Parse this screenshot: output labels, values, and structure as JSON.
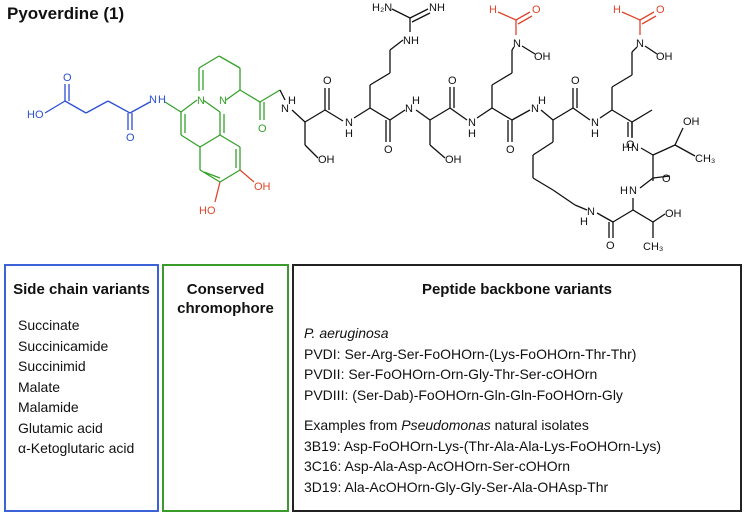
{
  "title": "Pyoverdine (1)",
  "structure_labels": {
    "guanidine_h2n": "H₂N",
    "guanidine_nh_top": "NH",
    "guanidine_nh": "NH",
    "formyl_h_1": "H",
    "formyl_o_1": "O",
    "n_oh_1": "N",
    "oh_1": "OH",
    "formyl_h_2": "H",
    "formyl_o_2": "O",
    "n_oh_2": "N",
    "oh_2": "OH",
    "ho_acid": "HO",
    "o_acid": "O",
    "o_amide_side": "O",
    "nh_side": "N",
    "h_side": "H",
    "ring_n_1": "N",
    "ring_n_2": "N",
    "oh_cat_1": "OH",
    "oh_cat_2": "HO",
    "o_c1": "O",
    "nh_1": "N",
    "h_1": "H",
    "o_c2": "O",
    "oh_ser1": "OH",
    "nh_2": "N",
    "h_2": "H",
    "o_c3": "O",
    "nh_3": "N",
    "h_3": "H",
    "o_c4": "O",
    "oh_ser2": "OH",
    "nh_4": "N",
    "h_4": "H",
    "o_c5": "O",
    "nh_5": "N",
    "h_5": "H",
    "o_c6": "O",
    "nh_6": "N",
    "h_6": "H",
    "o_c7": "O",
    "nh_7": "N",
    "h_7": "H",
    "oh_thr1": "OH",
    "ch3_1": "CH₃",
    "o_c8": "O",
    "nh_8": "N",
    "h_8": "H",
    "oh_thr2": "OH",
    "nh_9": "N",
    "h_9": "H",
    "o_c9": "O",
    "ch3_2": "CH₃"
  },
  "colors": {
    "side_chain": "#2b4fd3",
    "chromophore": "#35a12a",
    "hydroxyl": "#e0452c",
    "backbone": "#111111"
  },
  "side_chain_panel": {
    "heading": "Side chain variants",
    "items": [
      "Succinate",
      "Succinicamide",
      "Succinimid",
      "Malate",
      "Malamide",
      "Glutamic acid",
      "α-Ketoglutaric acid"
    ]
  },
  "chromophore_panel": {
    "heading": "Conserved chromophore"
  },
  "peptide_panel": {
    "heading": "Peptide backbone variants",
    "organism": "P. aeruginosa",
    "variants": [
      "PVDI: Ser-Arg-Ser-FoOHOrn-(Lys-FoOHOrn-Thr-Thr)",
      "PVDII: Ser-FoOHOrn-Orn-Gly-Thr-Ser-cOHOrn",
      "PVDIII: (Ser-Dab)-FoOHOrn-Gln-Gln-FoOHOrn-Gly"
    ],
    "examples_prefix": "Examples from ",
    "examples_genus": "Pseudomonas",
    "examples_suffix": " natural isolates",
    "isolates": [
      "3B19: Asp-FoOHOrn-Lys-(Thr-Ala-Ala-Lys-FoOHOrn-Lys)",
      "3C16: Asp-Ala-Asp-AcOHOrn-Ser-cOHOrn",
      "3D19: Ala-AcOHOrn-Gly-Gly-Ser-Ala-OHAsp-Thr"
    ]
  }
}
